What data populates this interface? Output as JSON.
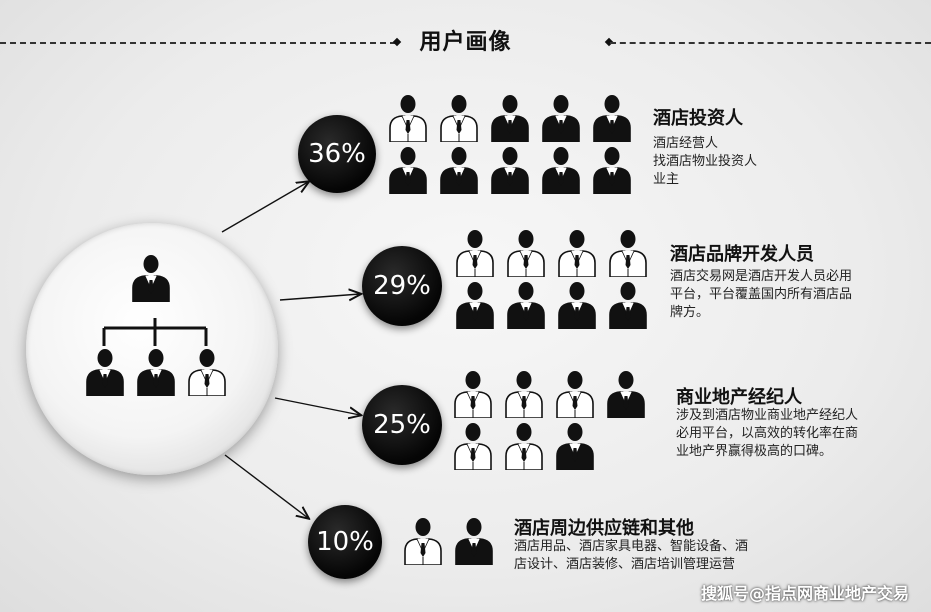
{
  "page": {
    "title": "用户画像"
  },
  "hub_figures": [
    {
      "style": "dark"
    },
    {
      "style": "dark"
    },
    {
      "style": "dark"
    },
    {
      "style": "light"
    }
  ],
  "categories": [
    {
      "percent": "36%",
      "title": "酒店投资人",
      "desc": [
        "酒店经营人",
        "找酒店物业投资人",
        "业主"
      ],
      "figures": [
        "light",
        "light",
        "dark",
        "dark",
        "dark",
        "dark",
        "dark",
        "dark",
        "dark",
        "dark"
      ]
    },
    {
      "percent": "29%",
      "title": "酒店品牌开发人员",
      "desc": [
        "酒店交易网是酒店开发人员必用",
        "平台，平台覆盖国内所有酒店品",
        "牌方。"
      ],
      "figures": [
        "light",
        "light",
        "light",
        "light",
        "dark",
        "dark",
        "dark",
        "dark"
      ]
    },
    {
      "percent": "25%",
      "title": "商业地产经纪人",
      "desc": [
        "涉及到酒店物业商业地产经纪人",
        "必用平台，以高效的转化率在商",
        "业地产界赢得极高的口碑。"
      ],
      "figures": [
        "light",
        "light",
        "light",
        "dark",
        "light",
        "light",
        "dark"
      ]
    },
    {
      "percent": "10%",
      "title": "酒店周边供应链和其他",
      "desc": [
        "酒店用品、酒店家具电器、智能设备、酒",
        "店设计、酒店装修、酒店培训管理运营"
      ],
      "figures": [
        "light",
        "dark"
      ]
    }
  ],
  "footer": {
    "watermark": "搜狐号@指点网商业地产交易"
  },
  "colors": {
    "dark": "#111111",
    "light": "#ffffff",
    "accent": "#000000"
  }
}
